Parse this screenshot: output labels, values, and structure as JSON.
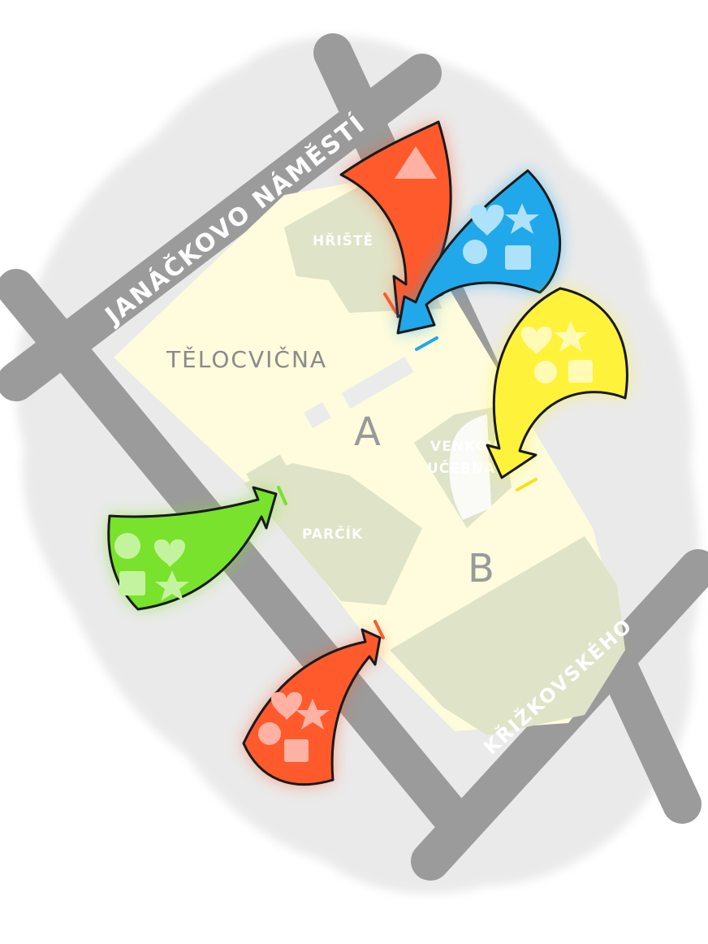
{
  "streets": {
    "north": "JANÁČKOVO NÁMĚSTÍ",
    "south": "KŘIŽKOVSKÉHO"
  },
  "areas": {
    "gym": "TĚLOCVIČNA",
    "playground": "HŘIŠTĚ",
    "park": "PARČÍK",
    "outdoor_classroom_line1": "VENKOVNÍ",
    "outdoor_classroom_line2": "UČEBNA",
    "building_a": "A",
    "building_b": "B"
  },
  "colors": {
    "background_blob": "#eaeaea",
    "road": "#9b9b9b",
    "school_grounds": "#fefcdc",
    "green_area": "#dfe3c7",
    "red_arrow": "#ff5a2c",
    "blue_arrow": "#20a8ea",
    "yellow_arrow": "#fff23a",
    "green_arrow": "#78e22c"
  },
  "entrances": [
    {
      "color": "red",
      "symbols": [
        "triangle-icon"
      ]
    },
    {
      "color": "blue",
      "symbols": [
        "heart-icon",
        "star-icon",
        "circle-icon",
        "square-icon"
      ]
    },
    {
      "color": "yellow",
      "symbols": [
        "heart-icon",
        "star-icon",
        "circle-icon",
        "square-icon"
      ]
    },
    {
      "color": "green",
      "symbols": [
        "circle-icon",
        "heart-icon",
        "square-icon",
        "star-icon"
      ]
    },
    {
      "color": "red",
      "symbols": [
        "heart-icon",
        "star-icon",
        "circle-icon",
        "square-icon"
      ]
    }
  ]
}
